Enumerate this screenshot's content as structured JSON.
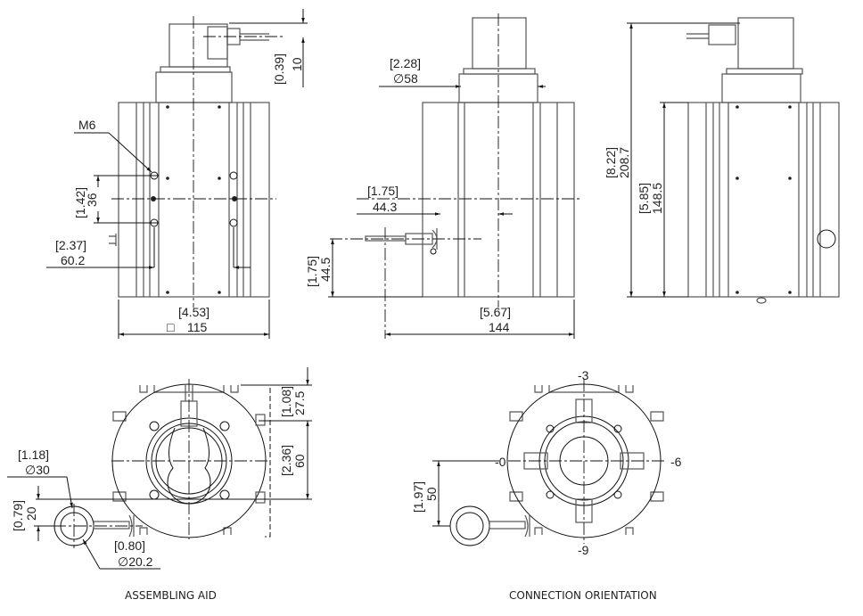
{
  "front_view": {
    "dim_cable_offset_in": "[0.39]",
    "dim_cable_offset_mm": "10",
    "thread_label": "M6",
    "dim_hole_spacing_in": "[1.42]",
    "dim_hole_spacing_mm": "36",
    "dim_slot_spacing_in": "[2.37]",
    "dim_slot_spacing_mm": "60.2",
    "dim_width_in": "[4.53]",
    "dim_width_mm": "115",
    "square_symbol": "□"
  },
  "side_view": {
    "dim_diameter_in": "[2.28]",
    "dim_diameter_mm": "∅58",
    "dim_cable_depth_in": "[1.75]",
    "dim_cable_depth_mm": "44.3",
    "dim_cable_height_in": "[1.75]",
    "dim_cable_height_mm": "44.5",
    "dim_width_in": "[5.67]",
    "dim_width_mm": "144"
  },
  "rear_view": {
    "dim_total_height_in": "[8.22]",
    "dim_total_height_mm": "208.7",
    "dim_body_height_in": "[5.85]",
    "dim_body_height_mm": "148.5"
  },
  "assembling_aid": {
    "caption": "ASSEMBLING AID",
    "dim_top_in": "[1.08]",
    "dim_top_mm": "27.5",
    "dim_mid_in": "[2.36]",
    "dim_mid_mm": "60",
    "dim_ring_in": "[1.18]",
    "dim_ring_mm": "∅30",
    "dim_ring_offset_in": "[0.79]",
    "dim_ring_offset_mm": "20",
    "dim_ring_inner_in": "[0.80]",
    "dim_ring_inner_mm": "∅20.2"
  },
  "connection_orientation": {
    "caption": "CONNECTION ORIENTATION",
    "pos_top": "-3",
    "pos_left": "-0",
    "pos_right": "-6",
    "pos_bottom": "-9",
    "dim_offset_in": "[1.97]",
    "dim_offset_mm": "50"
  }
}
